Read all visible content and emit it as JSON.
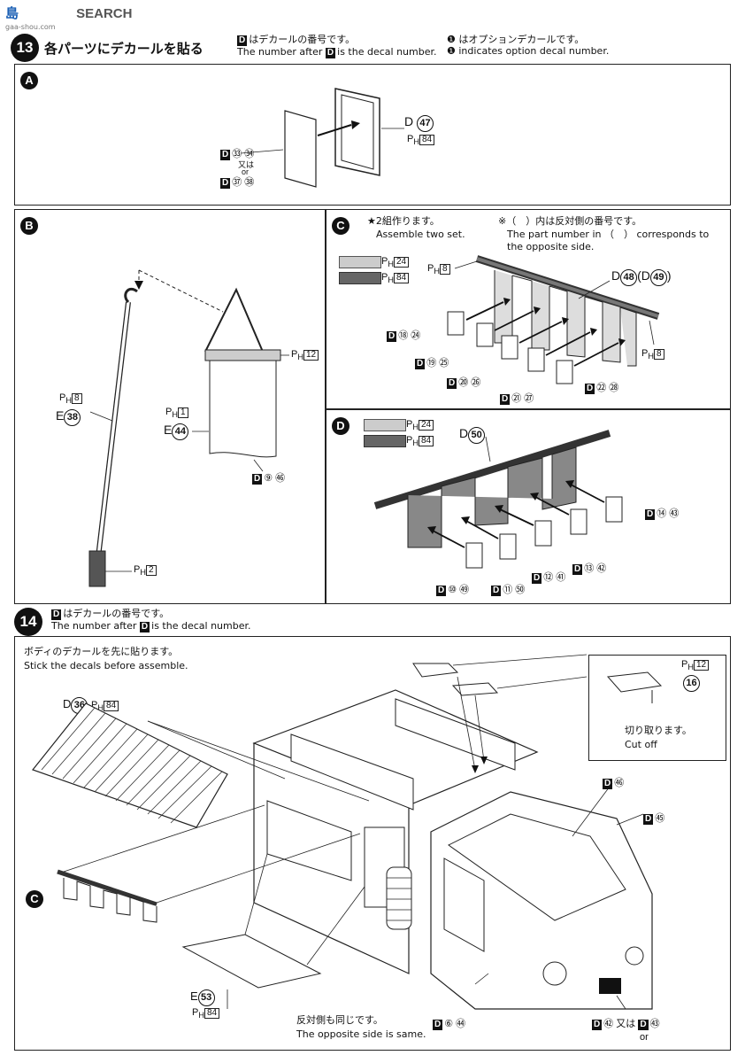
{
  "watermark": {
    "brand": "SEARCH",
    "site": "gaa-shou.com",
    "logo_text": "島"
  },
  "step13": {
    "number": "13",
    "title": "各パーツにデカールを貼る",
    "note_decal_jp": "はデカールの番号です。",
    "note_decal_en": "The number after",
    "note_decal_en2": "is the decal number.",
    "note_option_jp": "はオプションデカールです。",
    "note_option_en": "indicates option decal number.",
    "option_marker": "❶",
    "d_marker": "D"
  },
  "panelA": {
    "letter": "A",
    "d_label": "D",
    "part_num": "47",
    "ph_code": "84",
    "decal_1": "㉝",
    "decal_1_opt": "㉞",
    "or_jp": "又は",
    "or_en": "or",
    "decal_2": "㊲",
    "decal_2_opt": "㊳"
  },
  "panelB": {
    "letter": "B",
    "pole_ph": "8",
    "pole_part": "38",
    "pole_prefix": "E",
    "flag_ph_top": "12",
    "flag_ph": "1",
    "flag_prefix": "E",
    "flag_part": "44",
    "flag_decal": "⑨",
    "flag_decal_opt": "㊻",
    "base_ph": "2"
  },
  "panelC": {
    "letter": "C",
    "assemble_jp": "★2組作ります。",
    "assemble_en": "Assemble two set.",
    "paren_jp": "※（　）内は反対側の番号です。",
    "paren_en1": "The part number in （　） corresponds to",
    "paren_en2": "the opposite side.",
    "swatch_light_ph": "24",
    "swatch_dark_ph": "84",
    "rod_ph": "8",
    "rod_ph_right": "8",
    "curtain_label": "D",
    "curtain_num": "48",
    "curtain_alt": "49",
    "decals": [
      {
        "num": "⑱",
        "opt": "㉔"
      },
      {
        "num": "⑲",
        "opt": "㉕"
      },
      {
        "num": "⑳",
        "opt": "㉖"
      },
      {
        "num": "㉑",
        "opt": "㉗"
      },
      {
        "num": "㉒",
        "opt": "㉘"
      }
    ]
  },
  "panelD": {
    "letter": "D",
    "swatch_light_ph": "24",
    "swatch_dark_ph": "84",
    "curtain_label": "D",
    "curtain_num": "50",
    "decals": [
      {
        "num": "⑩",
        "opt": "㊾"
      },
      {
        "num": "⑪",
        "opt": "㊿"
      },
      {
        "num": "⑫",
        "opt": "㊶"
      },
      {
        "num": "⑬",
        "opt": "㊷"
      },
      {
        "num": "⑭",
        "opt": "㊸"
      }
    ]
  },
  "step14": {
    "number": "14",
    "note_jp": "はデカールの番号です。",
    "note_en": "The number after",
    "note_en2": "is the decal number.",
    "body_jp": "ボディのデカールを先に貼ります。",
    "body_en": "Stick the decals before assemble.",
    "awning_d": "D",
    "awning_num": "36",
    "awning_ph": "84",
    "speaker_ph": "12",
    "speaker_part": "16",
    "cut_jp": "切り取ります。",
    "cut_en": "Cut off",
    "d46": "㊻",
    "d45": "㊺",
    "c_marker": "C",
    "shelf_prefix": "E",
    "shelf_part": "53",
    "shelf_ph": "84",
    "same_jp": "反対側も同じです。",
    "same_en": "The opposite side is same.",
    "door_decal": "⑥",
    "door_decal_opt": "㊹",
    "plate_decal_1": "㊷",
    "plate_or_jp": "又は",
    "plate_or_en": "or",
    "plate_decal_2": "㊸"
  }
}
